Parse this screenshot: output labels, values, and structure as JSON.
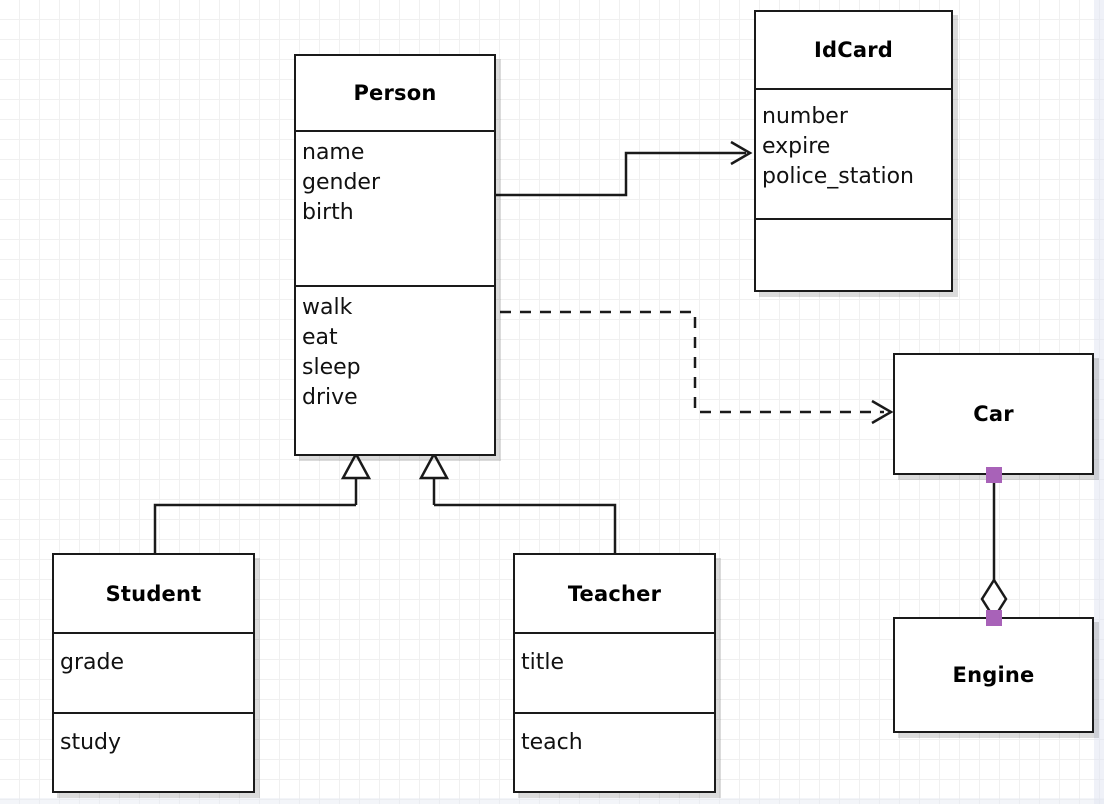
{
  "diagram": {
    "type": "uml-class-diagram",
    "background": "#ffffff",
    "grid_color": "#f0f0f0",
    "line_color": "#1a1a1a",
    "handle_color": "#a862b8"
  },
  "classes": [
    {
      "id": "person",
      "name": "Person",
      "attributes": [
        "name",
        "gender",
        "birth"
      ],
      "operations": [
        "walk",
        "eat",
        "sleep",
        "drive"
      ],
      "extra_compartment": false
    },
    {
      "id": "idcard",
      "name": "IdCard",
      "attributes": [
        "number",
        "expire",
        "police_station"
      ],
      "operations": [],
      "extra_compartment": true
    },
    {
      "id": "car",
      "name": "Car",
      "attributes": [],
      "operations": [],
      "extra_compartment": false
    },
    {
      "id": "engine",
      "name": "Engine",
      "attributes": [],
      "operations": [],
      "extra_compartment": false
    },
    {
      "id": "student",
      "name": "Student",
      "attributes": [
        "grade"
      ],
      "operations": [
        "study"
      ],
      "extra_compartment": false
    },
    {
      "id": "teacher",
      "name": "Teacher",
      "attributes": [
        "title"
      ],
      "operations": [
        "teach"
      ],
      "extra_compartment": false
    }
  ],
  "relationships": [
    {
      "id": "person-idcard",
      "kind": "association",
      "from": "person",
      "to": "idcard",
      "style": "solid",
      "head": "open-arrow"
    },
    {
      "id": "person-car",
      "kind": "dependency",
      "from": "person",
      "to": "car",
      "style": "dashed",
      "head": "open-arrow"
    },
    {
      "id": "student-person",
      "kind": "generalization",
      "from": "student",
      "to": "person",
      "style": "solid",
      "head": "hollow-triangle"
    },
    {
      "id": "teacher-person",
      "kind": "generalization",
      "from": "teacher",
      "to": "person",
      "style": "solid",
      "head": "hollow-triangle"
    },
    {
      "id": "car-engine",
      "kind": "aggregation",
      "from": "car",
      "to": "engine",
      "style": "solid",
      "head": "hollow-diamond",
      "selected": true
    }
  ]
}
